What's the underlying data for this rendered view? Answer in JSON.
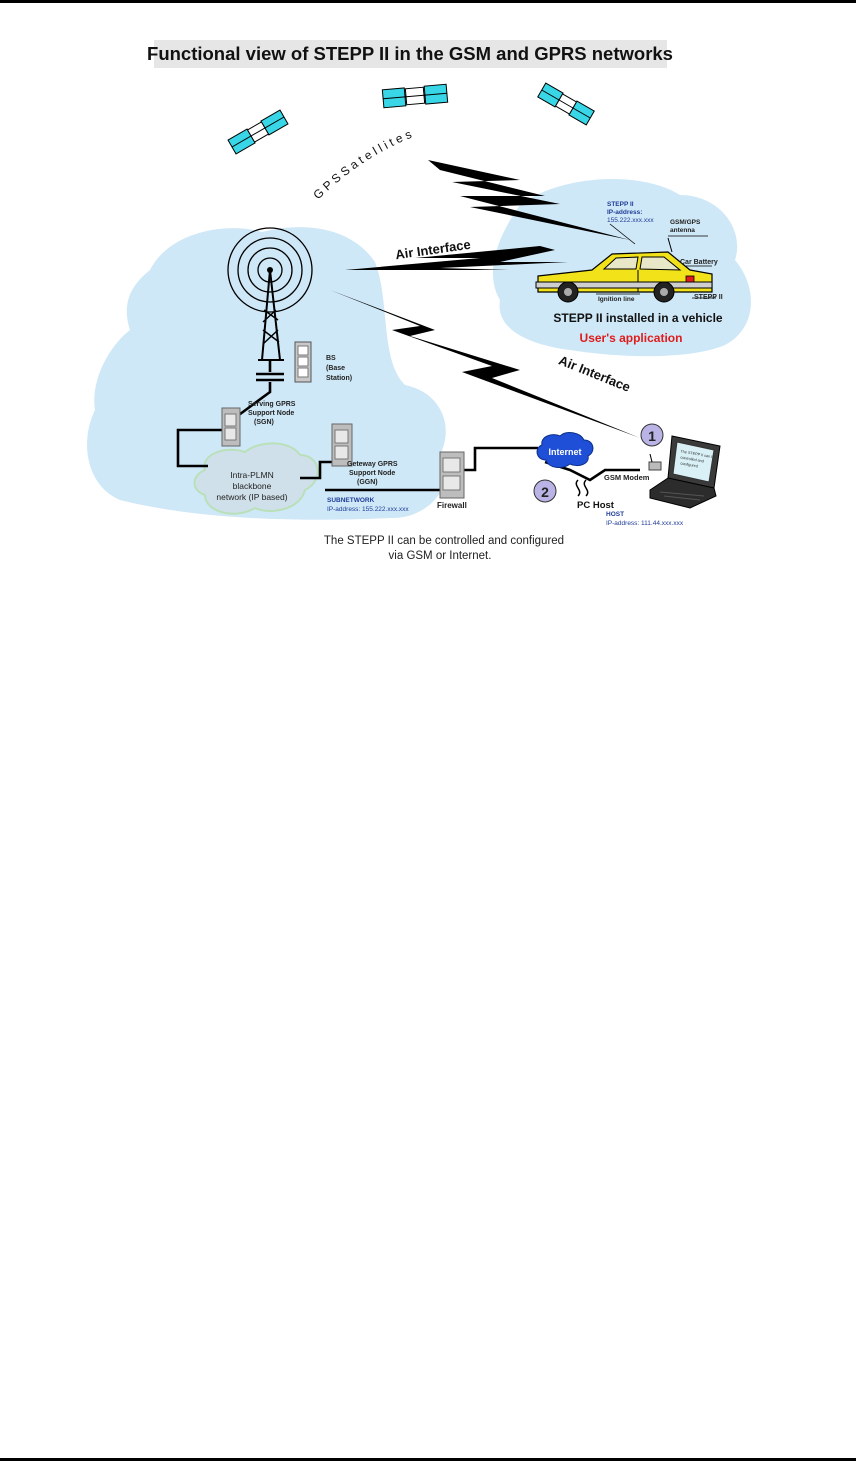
{
  "title": "Functional view of STEPP II in the GSM and GPRS networks",
  "gps_label": "G P S   S a t e l l i t e s",
  "vehicle": {
    "stepp_label": "STEPP II",
    "ip_label": "IP-address:",
    "ip_value": "155.222.xxx.xxx",
    "antenna_label_1": "GSM/GPS",
    "antenna_label_2": "antenna",
    "battery_label": "Car Battery",
    "ignition_label": "Ignition line",
    "stepp_small": "STEPP II",
    "installed_label": "STEPP II installed in a vehicle",
    "app_label": "User's application"
  },
  "air_interface_1": "Air Interface",
  "air_interface_2": "Air Interface",
  "bs": {
    "line1": "BS",
    "line2": "(Base",
    "line3": "Station)"
  },
  "sgsn": {
    "line1": "Serving GPRS",
    "line2": "Support Node",
    "line3": "(SGN)"
  },
  "ggsn": {
    "line1": "Geteway GPRS",
    "line2": "Support Node",
    "line3": "(GGN)"
  },
  "backbone": {
    "line1": "Intra-PLMN",
    "line2": "blackbone",
    "line3": "network (IP based)"
  },
  "subnetwork": {
    "line1": "SUBNETWORK",
    "line2": "IP-address: 155.222.xxx.xxx"
  },
  "firewall_label": "Firewall",
  "internet_label": "Internet",
  "gsm_modem_label": "GSM Modem",
  "pc_host_label": "PC Host",
  "host": {
    "line1": "HOST",
    "line2": "IP-address: 111.44.xxx.xxx"
  },
  "screen_text": {
    "line1": "The STEPP II can be",
    "line2": "controlled and",
    "line3": "configured"
  },
  "badge_1": "1",
  "badge_2": "2",
  "caption": {
    "line1": "The STEPP II can be controlled and configured",
    "line2": "via GSM or Internet."
  },
  "colors": {
    "cloud": "#cfe8f7",
    "satellite": "#38d6e6",
    "ip_blue": "#1f3d99",
    "red": "#e01b1b",
    "car": "#f2e21a"
  }
}
